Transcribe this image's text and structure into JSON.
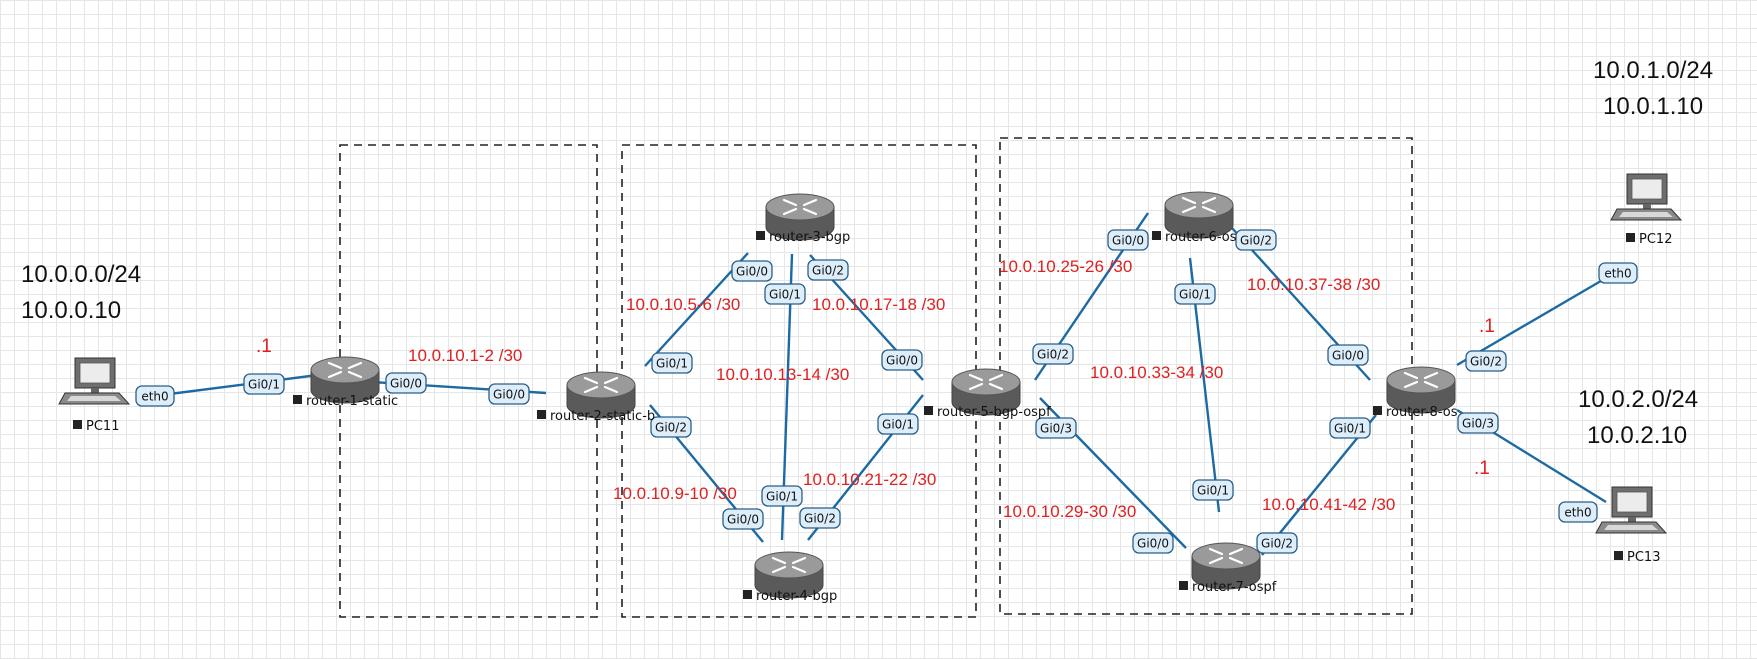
{
  "colors": {
    "link": "#1d6aa3",
    "subnet_label": "#e02020",
    "port_fill": "#ddeefa",
    "port_border": "#2a5f86",
    "router_top": "#9a9a9a",
    "router_side": "#5a5a5a"
  },
  "networks": [
    {
      "id": "lan0",
      "cidr": "10.0.0.0/24",
      "host": "10.0.0.10"
    },
    {
      "id": "lan1",
      "cidr": "10.0.1.0/24",
      "host": "10.0.1.10"
    },
    {
      "id": "lan2",
      "cidr": "10.0.2.0/24",
      "host": "10.0.2.10"
    }
  ],
  "devices": [
    {
      "id": "pc11",
      "type": "pc",
      "label": "PC11",
      "icon": "pc-icon"
    },
    {
      "id": "pc12",
      "type": "pc",
      "label": "PC12",
      "icon": "pc-icon"
    },
    {
      "id": "pc13",
      "type": "pc",
      "label": "PC13",
      "icon": "pc-icon"
    },
    {
      "id": "r1",
      "type": "router",
      "label": "router-1-static",
      "icon": "router-icon"
    },
    {
      "id": "r2",
      "type": "router",
      "label": "router-2-static-b",
      "icon": "router-icon"
    },
    {
      "id": "r3",
      "type": "router",
      "label": "router-3-bgp",
      "icon": "router-icon"
    },
    {
      "id": "r4",
      "type": "router",
      "label": "router-4-bgp",
      "icon": "router-icon"
    },
    {
      "id": "r5",
      "type": "router",
      "label": "router-5-bgp-ospf",
      "icon": "router-icon"
    },
    {
      "id": "r6",
      "type": "router",
      "label": "router-6-os",
      "icon": "router-icon"
    },
    {
      "id": "r7",
      "type": "router",
      "label": "router-7-ospf",
      "icon": "router-icon"
    },
    {
      "id": "r8",
      "type": "router",
      "label": "router-8-os",
      "icon": "router-icon"
    }
  ],
  "links": [
    {
      "id": "l-pc11-r1",
      "a": "pc11",
      "b": "r1",
      "ports": [
        "eth0",
        "Gi0/1"
      ]
    },
    {
      "id": "l-r1-r2",
      "a": "r1",
      "b": "r2",
      "ports": [
        "Gi0/0",
        "Gi0/0"
      ],
      "subnet": "10.0.10.1-2 /30"
    },
    {
      "id": "l-r2-r3",
      "a": "r2",
      "b": "r3",
      "ports": [
        "Gi0/1",
        "Gi0/0"
      ],
      "subnet": "10.0.10.5-6 /30"
    },
    {
      "id": "l-r2-r4",
      "a": "r2",
      "b": "r4",
      "ports": [
        "Gi0/2",
        "Gi0/0"
      ],
      "subnet": "10.0.10.9-10 /30"
    },
    {
      "id": "l-r3-r4",
      "a": "r3",
      "b": "r4",
      "ports": [
        "Gi0/1",
        "Gi0/1"
      ],
      "subnet": "10.0.10.13-14 /30"
    },
    {
      "id": "l-r3-r5",
      "a": "r3",
      "b": "r5",
      "ports": [
        "Gi0/2",
        "Gi0/0"
      ],
      "subnet": "10.0.10.17-18 /30"
    },
    {
      "id": "l-r4-r5",
      "a": "r4",
      "b": "r5",
      "ports": [
        "Gi0/2",
        "Gi0/1"
      ],
      "subnet": "10.0.10.21-22 /30"
    },
    {
      "id": "l-r5-r6",
      "a": "r5",
      "b": "r6",
      "ports": [
        "Gi0/2",
        "Gi0/0"
      ],
      "subnet": "10.0.10.25-26 /30"
    },
    {
      "id": "l-r5-r7",
      "a": "r5",
      "b": "r7",
      "ports": [
        "Gi0/3",
        "Gi0/0"
      ],
      "subnet": "10.0.10.29-30 /30"
    },
    {
      "id": "l-r6-r7",
      "a": "r6",
      "b": "r7",
      "ports": [
        "Gi0/1",
        "Gi0/1"
      ],
      "subnet": "10.0.10.33-34 /30"
    },
    {
      "id": "l-r6-r8",
      "a": "r6",
      "b": "r8",
      "ports": [
        "Gi0/2",
        "Gi0/0"
      ],
      "subnet": "10.0.10.37-38 /30"
    },
    {
      "id": "l-r7-r8",
      "a": "r7",
      "b": "r8",
      "ports": [
        "Gi0/2",
        "Gi0/1"
      ],
      "subnet": "10.0.10.41-42 /30"
    },
    {
      "id": "l-r8-pc12",
      "a": "r8",
      "b": "pc12",
      "ports": [
        "Gi0/2",
        "eth0"
      ]
    },
    {
      "id": "l-r8-pc13",
      "a": "r8",
      "b": "pc13",
      "ports": [
        "Gi0/3",
        "eth0"
      ]
    }
  ],
  "gateway_markers": [
    {
      "id": "gw0",
      "text": ".1"
    },
    {
      "id": "gw1",
      "text": ".1"
    },
    {
      "id": "gw2",
      "text": ".1"
    }
  ]
}
